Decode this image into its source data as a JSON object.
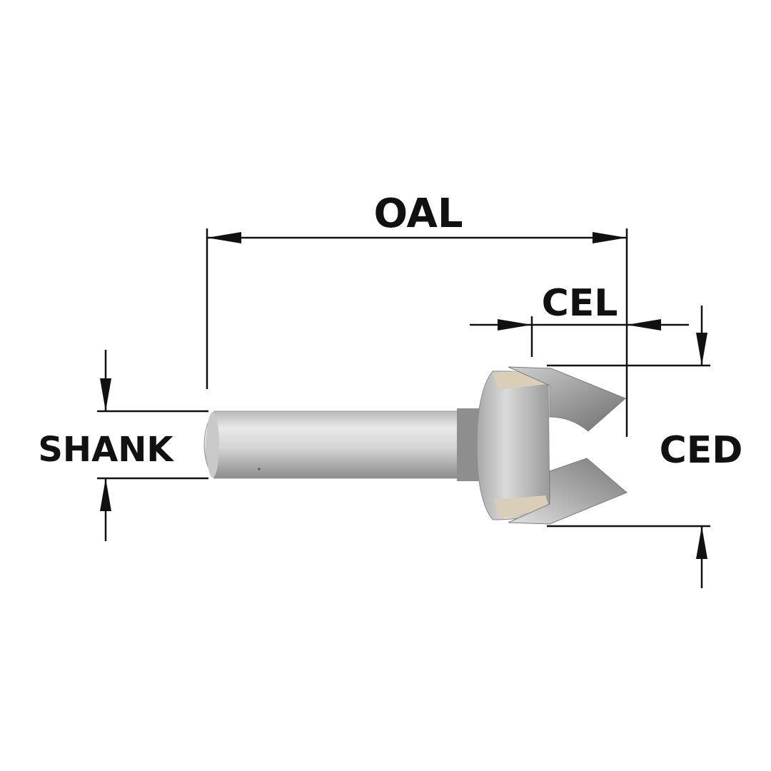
{
  "labels": {
    "oal": "OAL",
    "cel": "CEL",
    "shank": "SHANK",
    "ced": "CED"
  },
  "colors": {
    "line": "#111111",
    "metal_light": "#e6e6e6",
    "metal_mid": "#c4c4c4",
    "metal_dark": "#8f8f8f",
    "carbide": "#d9cfb8"
  }
}
